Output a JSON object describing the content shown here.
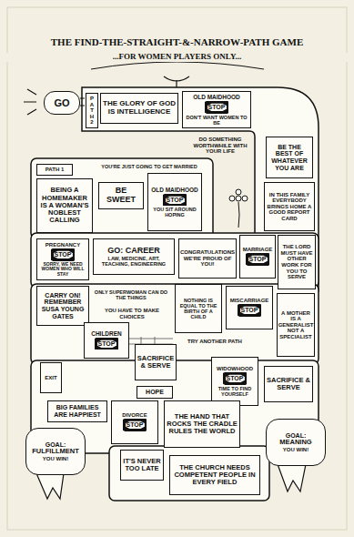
{
  "diagram": {
    "title": "THE FIND-THE-STRAIGHT-&-NARROW-PATH GAME",
    "nodes": [
      {
        "text": [
          "GO"
        ]
      },
      {
        "text": [
          "PATH 2"
        ]
      },
      {
        "text": [
          "THE GLORY OF GOD IS INTELLIGENCE"
        ]
      },
      {
        "text": [
          "OLD MAIDHOOD",
          "STOP",
          "DON'T WANT WOMEN TO BE"
        ]
      },
      {
        "text": [
          "BE THE BEST OF WHATEVER YOU ARE"
        ]
      },
      {
        "text": [
          "IN THIS FAMILY EVERYBODY BRINGS HOME A GOOD REPORT CARD"
        ]
      },
      {
        "text": [
          "PATH 1"
        ]
      },
      {
        "text": [
          "BEING A HOMEMAKER IS A WOMAN'S NOBLEST CALLING"
        ]
      },
      {
        "text": [
          "BE SWEET"
        ]
      },
      {
        "text": [
          "OLD MAIDHOOD",
          "STOP",
          "YOU SIT AROUND HOPING"
        ]
      },
      {
        "text": [
          "MARRIAGE",
          "STOP"
        ]
      },
      {
        "text": [
          "THE LORD MUST HAVE OTHER WORK FOR YOU TO SERVE"
        ]
      },
      {
        "text": [
          "PREGNANCY",
          "STOP",
          "SORRY, WE NEED WOMEN WHO WILL STAY"
        ]
      },
      {
        "text": [
          "GO: CAREER",
          "LAW, MEDICINE, ART, TEACHING, ENGINEERING"
        ]
      },
      {
        "text": [
          "CONGRATULATIONS WE'RE PROUD OF YOU!"
        ]
      },
      {
        "text": [
          "CARRY ON! REMEMBER SUSA YOUNG GATES"
        ]
      },
      {
        "text": [
          "NOTHING IS EQUAL TO THE BIRTH OF A CHILD"
        ]
      },
      {
        "text": [
          "MISCARRIAGE",
          "STOP"
        ]
      },
      {
        "text": [
          "A MOTHER IS A GENERALIST NOT A SPECIALIST"
        ]
      },
      {
        "text": [
          "CHILDREN",
          "STOP"
        ]
      },
      {
        "text": [
          "SACRIFICE & SERVE"
        ]
      },
      {
        "text": [
          "WIDOWHOOD",
          "STOP",
          "TIME TO FIND YOURSELF"
        ]
      },
      {
        "text": [
          "SACRIFICE & SERVE"
        ]
      },
      {
        "text": [
          "EXIT"
        ]
      },
      {
        "text": [
          "HOPE"
        ]
      },
      {
        "text": [
          "BIG FAMILIES ARE HAPPIEST"
        ]
      },
      {
        "text": [
          "DIVORCE",
          "STOP"
        ]
      },
      {
        "text": [
          "THE HAND THAT ROCKS THE CRADLE RULES THE WORLD"
        ]
      },
      {
        "text": [
          "GOAL:",
          "FULFILLMENT",
          "YOU WIN!"
        ]
      },
      {
        "text": [
          "IT'S NEVER TOO LATE"
        ]
      },
      {
        "text": [
          "THE CHURCH NEEDS COMPETENT PEOPLE IN EVERY FIELD"
        ]
      },
      {
        "text": [
          "GOAL:",
          "MEANING",
          "YOU WIN!"
        ]
      }
    ],
    "labels": [
      "...FOR WOMEN PLAYERS ONLY...",
      "YOU'RE JUST GOING TO GET MARRIED",
      "DO SOMETHING WORTHWHILE WITH YOUR LIFE",
      "YOU HAVE TO MAKE CHOICES",
      "TRY ANOTHER PATH",
      "ONLY SUPERWOMAN CAN DO THE THINGS"
    ]
  }
}
